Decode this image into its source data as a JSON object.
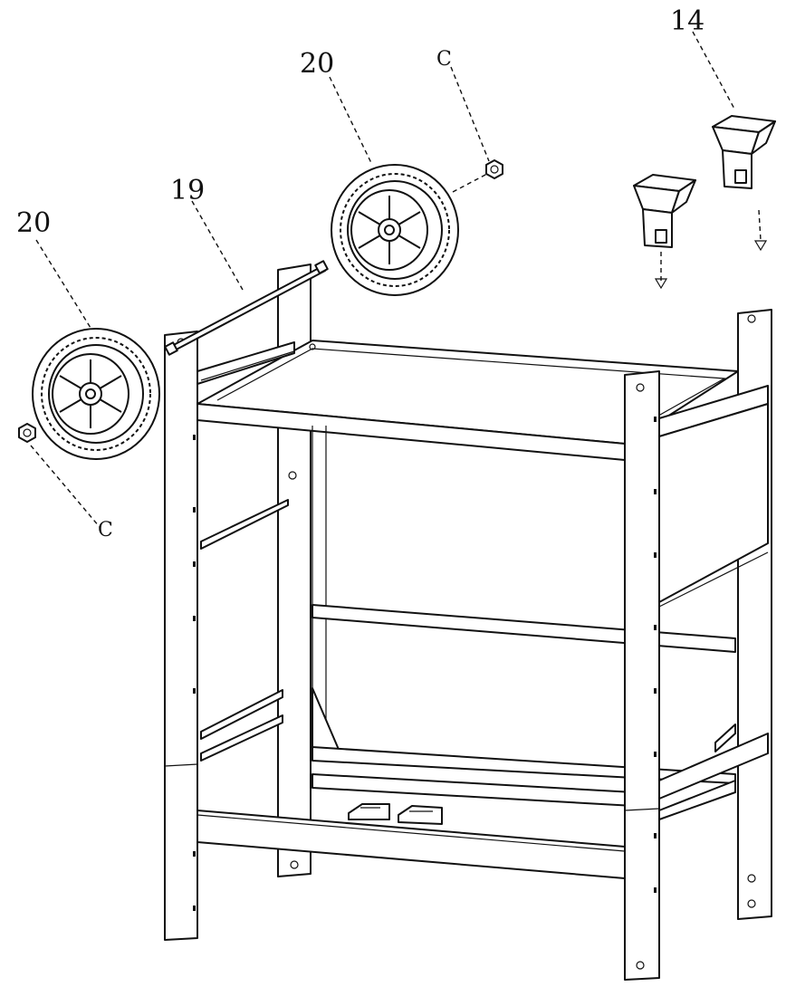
{
  "labels": {
    "cap_part": "14",
    "wheel_top": "20",
    "wheel_left": "20",
    "axle": "19",
    "nut_top": "C",
    "nut_left": "C"
  },
  "parts": [
    {
      "id": "14",
      "name": "leg-cap-icon",
      "count": 2
    },
    {
      "id": "19",
      "name": "axle-rod-icon",
      "count": 1
    },
    {
      "id": "20",
      "name": "wheel-icon",
      "count": 2
    },
    {
      "id": "C",
      "name": "hex-nut-icon",
      "count": 2
    }
  ],
  "colors": {
    "line": "#111111",
    "background": "#ffffff"
  }
}
